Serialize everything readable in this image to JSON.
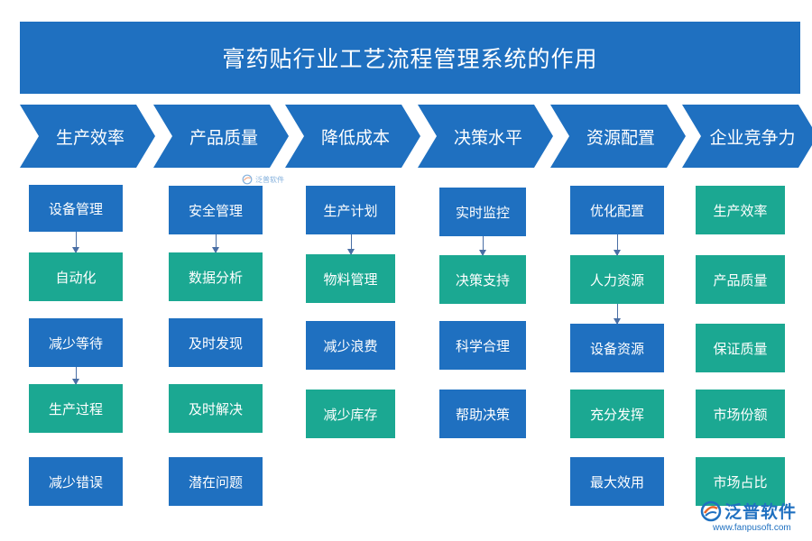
{
  "title": "膏药贴行业工艺流程管理系统的作用",
  "columns": [
    {
      "header": "生产效率",
      "items": [
        {
          "label": "设备管理",
          "color": "#1f70c0"
        },
        {
          "label": "自动化",
          "color": "#1ba892"
        },
        {
          "label": "减少等待",
          "color": "#1f70c0"
        },
        {
          "label": "生产过程",
          "color": "#1ba892"
        },
        {
          "label": "减少错误",
          "color": "#1f70c0"
        }
      ]
    },
    {
      "header": "产品质量",
      "items": [
        {
          "label": "安全管理",
          "color": "#1f70c0"
        },
        {
          "label": "数据分析",
          "color": "#1ba892"
        },
        {
          "label": "及时发现",
          "color": "#1f70c0"
        },
        {
          "label": "及时解决",
          "color": "#1ba892"
        },
        {
          "label": "潜在问题",
          "color": "#1f70c0"
        }
      ]
    },
    {
      "header": "降低成本",
      "items": [
        {
          "label": "生产计划",
          "color": "#1f70c0"
        },
        {
          "label": "物料管理",
          "color": "#1ba892"
        },
        {
          "label": "减少浪费",
          "color": "#1f70c0"
        },
        {
          "label": "减少库存",
          "color": "#1ba892"
        }
      ]
    },
    {
      "header": "决策水平",
      "items": [
        {
          "label": "实时监控",
          "color": "#1f70c0"
        },
        {
          "label": "决策支持",
          "color": "#1ba892"
        },
        {
          "label": "科学合理",
          "color": "#1f70c0"
        },
        {
          "label": "帮助决策",
          "color": "#1f70c0"
        }
      ]
    },
    {
      "header": "资源配置",
      "items": [
        {
          "label": "优化配置",
          "color": "#1f70c0"
        },
        {
          "label": "人力资源",
          "color": "#1ba892"
        },
        {
          "label": "设备资源",
          "color": "#1f70c0"
        },
        {
          "label": "充分发挥",
          "color": "#1ba892"
        },
        {
          "label": "最大效用",
          "color": "#1f70c0"
        }
      ]
    },
    {
      "header": "企业竞争力",
      "items": [
        {
          "label": "生产效率",
          "color": "#1ba892"
        },
        {
          "label": "产品质量",
          "color": "#1ba892"
        },
        {
          "label": "保证质量",
          "color": "#1ba892"
        },
        {
          "label": "市场份额",
          "color": "#1ba892"
        },
        {
          "label": "市场占比",
          "color": "#1ba892"
        }
      ]
    }
  ],
  "watermark": {
    "brand": "泛普软件",
    "url": "www.fanpusoft.com"
  }
}
